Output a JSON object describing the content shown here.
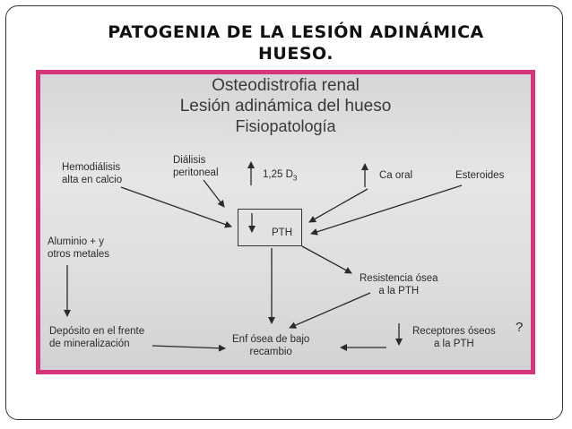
{
  "slide": {
    "title_line1": "PATOGENIA DE LA LESIÓN ADINÁMICA",
    "title_line2": "HUESO."
  },
  "figure": {
    "heading1": "Osteodistrofia renal",
    "heading2": "Lesión adinámica del hueso",
    "heading3": "Fisiopatología",
    "nodes": {
      "hemodialisis": [
        "Hemodiálisis",
        "alta en calcio"
      ],
      "dialisis": [
        "Diálisis",
        "peritoneal"
      ],
      "vitd_prefix": "1,25 D",
      "vitd_sub": "3",
      "ca_oral": "Ca oral",
      "esteroides": "Esteroides",
      "pth": "PTH",
      "aluminio": [
        "Aluminio + y",
        "otros metales"
      ],
      "resistencia": [
        "Resistencia ósea",
        "a la PTH"
      ],
      "deposito": [
        "Depósito en el frente",
        "de mineralización"
      ],
      "enf": [
        "Enf ósea de bajo",
        "recambio"
      ],
      "receptores": [
        "Receptores óseos",
        "a la PTH"
      ],
      "question": "?"
    }
  },
  "colors": {
    "accent_frame": "#d4357a",
    "arrow": "#2a2a2a"
  }
}
